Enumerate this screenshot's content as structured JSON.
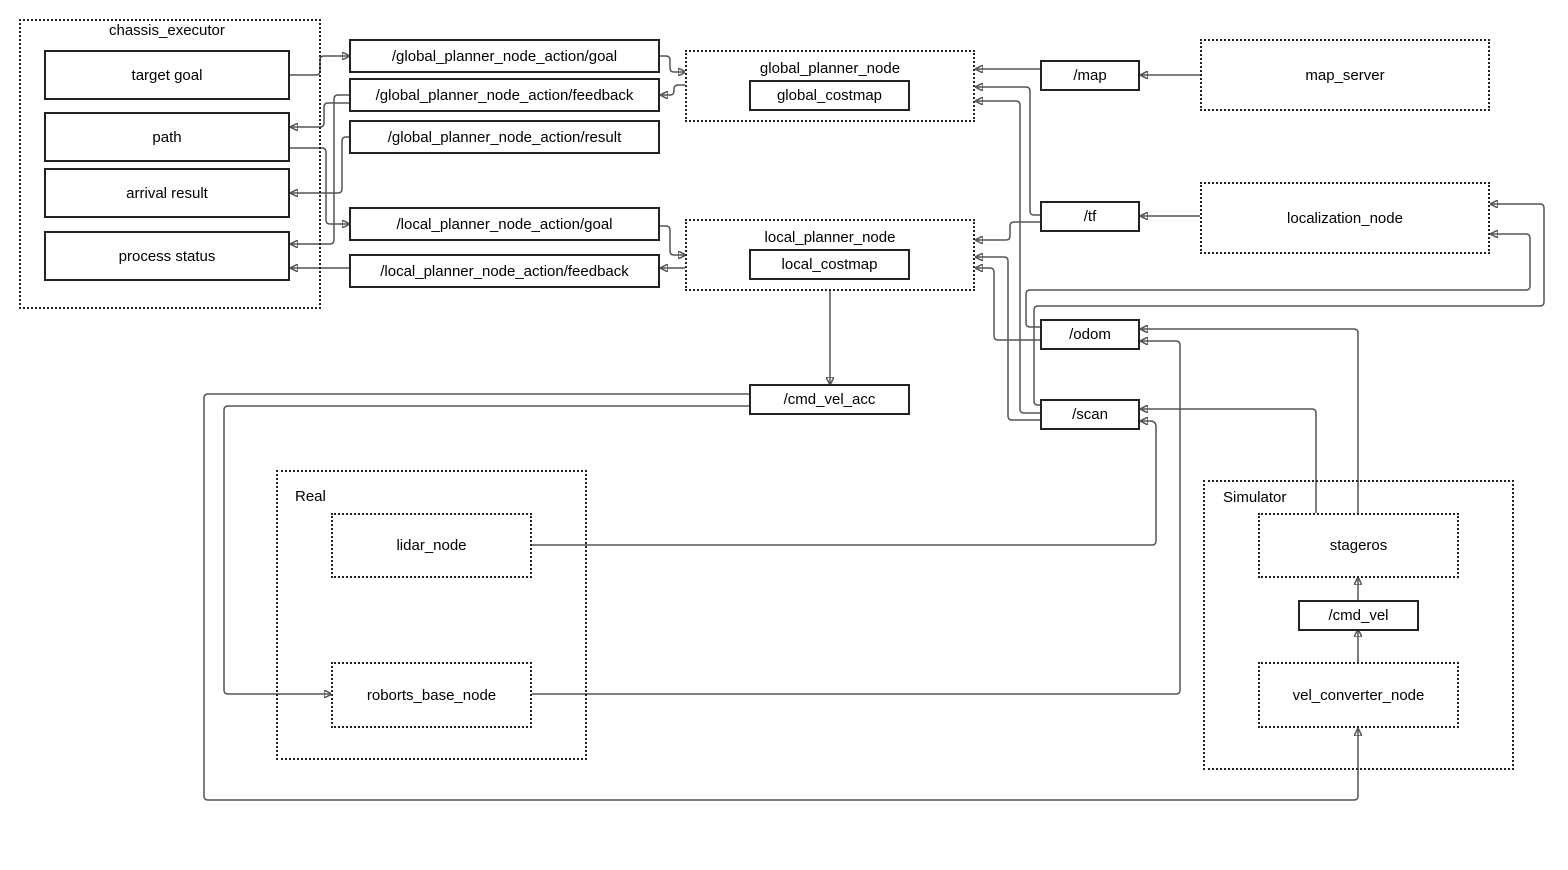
{
  "groups": {
    "chassis_executor": "chassis_executor",
    "real": "Real",
    "simulator": "Simulator"
  },
  "chassis": {
    "target_goal": "target goal",
    "path": "path",
    "arrival_result": "arrival result",
    "process_status": "process status"
  },
  "topics": {
    "global_goal": "/global_planner_node_action/goal",
    "global_feedback": "/global_planner_node_action/feedback",
    "global_result": "/global_planner_node_action/result",
    "local_goal": "/local_planner_node_action/goal",
    "local_feedback": "/local_planner_node_action/feedback",
    "map": "/map",
    "tf": "/tf",
    "odom": "/odom",
    "scan": "/scan",
    "cmd_vel_acc": "/cmd_vel_acc",
    "cmd_vel": "/cmd_vel"
  },
  "nodes": {
    "global_planner_node": "global_planner_node",
    "global_costmap": "global_costmap",
    "local_planner_node": "local_planner_node",
    "local_costmap": "local_costmap",
    "map_server": "map_server",
    "localization_node": "localization_node",
    "lidar_node": "lidar_node",
    "roborts_base_node": "roborts_base_node",
    "stageros": "stageros",
    "vel_converter_node": "vel_converter_node"
  }
}
